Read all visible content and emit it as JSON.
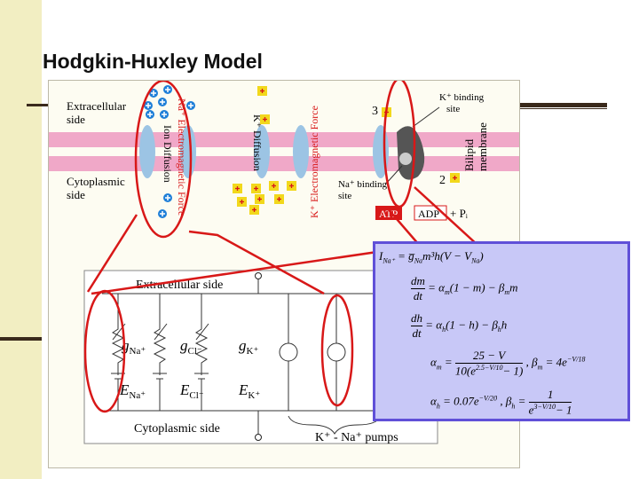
{
  "slide": {
    "title": "Hodgkin-Huxley Model"
  },
  "membrane_figure": {
    "extracellular_label": "Extracellular\nside",
    "cytoplasmic_label": "Cytoplasmic\nside",
    "na_electromagnetic": "Na⁺ Electromagnetic Force",
    "ion_diffusion": "Ion Diffusion",
    "k_diffusion": "K⁺ Diffusion",
    "k_electromagnetic": "K⁺ Electromagnetic Force",
    "pump_k_count": "3",
    "pump_na_count": "2",
    "k_binding_site": "K⁺ binding\nsite",
    "na_binding_site": "Na⁺ binding\nsite",
    "bilipid_label": "Bilipid\nmembrane",
    "atp_label": "ATP",
    "adp_label": "ADP",
    "pi_label": "+ Pᵢ"
  },
  "circuit": {
    "extracellular_side": "Extracellular side",
    "cytoplasmic_side": "Cytoplasmic side",
    "g_na": "g",
    "g_na_sub": "Na⁺",
    "g_cl": "g",
    "g_cl_sub": "Cl⁻",
    "g_k": "g",
    "g_k_sub": "K⁺",
    "e_na": "E",
    "e_na_sub": "Na⁺",
    "e_cl": "E",
    "e_cl_sub": "Cl⁻",
    "e_k": "E",
    "e_k_sub": "K⁺",
    "pumps_label": "K⁺ - Na⁺ pumps"
  },
  "equations": {
    "current": "I",
    "current_sub": "Na⁺",
    "current_rhs": "= g̅",
    "current_rhs_sub": "Na",
    "current_tail": "m³h(V − V",
    "current_tail_sub": "Na",
    "current_close": ")",
    "dm_num": "dm",
    "dm_den": "dt",
    "dm_rhs": "= α",
    "dm_rhs_sub": "m",
    "dm_rhs_tail": "(1 − m) − β",
    "dm_rhs_sub2": "m",
    "dm_rhs_end": "m",
    "dh_num": "dh",
    "dh_den": "dt",
    "dh_rhs": "= α",
    "dh_rhs_sub": "h",
    "dh_rhs_tail": "(1 − h) − β",
    "dh_rhs_sub2": "h",
    "dh_rhs_end": "h",
    "alpha_m_lhs": "α",
    "alpha_m_sub": "m",
    "alpha_m_num": "25 − V",
    "alpha_m_den": "10(e",
    "alpha_m_den_sup": "2.5−V/10",
    "alpha_m_den_tail": "− 1)",
    "beta_m": ", β",
    "beta_m_sub": "m",
    "beta_m_rhs": "= 4e",
    "beta_m_sup": "−V/18",
    "alpha_h_lhs": "α",
    "alpha_h_sub": "h",
    "alpha_h_rhs": "= 0.07e",
    "alpha_h_sup": "−V/20",
    "beta_h": ",  β",
    "beta_h_sub": "h",
    "beta_h_num": "1",
    "beta_h_den": "e",
    "beta_h_den_sup": "3−V/10",
    "beta_h_den_tail": "− 1"
  },
  "colors": {
    "membrane": "#f0a8c8",
    "channel": "#9cc4e4",
    "highlight": "#d81818",
    "eq_fill": "#c8c8f7",
    "eq_border": "#6050d8",
    "ion_blue": "#1f7fd8",
    "ion_yellow": "#f2d81c"
  }
}
